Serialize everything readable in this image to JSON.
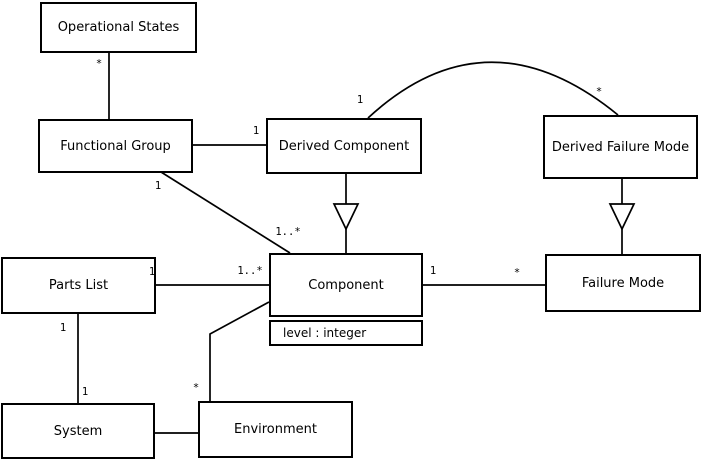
{
  "diagram": {
    "kind": "uml-class-diagram",
    "colors": {
      "line": "#000000",
      "background": "#ffffff",
      "box_fill": "#ffffff",
      "text": "#000000"
    },
    "classes": {
      "operational_states": {
        "name": "Operational States"
      },
      "functional_group": {
        "name": "Functional Group"
      },
      "derived_component": {
        "name": "Derived Component"
      },
      "derived_failure_mode": {
        "name": "Derived Failure Mode"
      },
      "parts_list": {
        "name": "Parts List"
      },
      "component": {
        "name": "Component",
        "attribute": "level : integer"
      },
      "failure_mode": {
        "name": "Failure Mode"
      },
      "system": {
        "name": "System"
      },
      "environment": {
        "name": "Environment"
      }
    },
    "multiplicities": {
      "opstates_to_fgroup_star": "*",
      "fgroup_to_dcomponent_one": "1",
      "dcomponent_arc_one": "1",
      "dfailuremode_arc_star": "*",
      "fgroup_to_component_one": "1",
      "fgroup_to_component_many": "1..*",
      "partslist_to_component_one": "1",
      "partslist_to_component_many": "1..*",
      "component_to_failuremode_one": "1",
      "component_to_failuremode_star": "*",
      "partslist_to_system_one_upper": "1",
      "partslist_to_system_one_lower": "1",
      "environment_to_component_star": "*"
    }
  }
}
